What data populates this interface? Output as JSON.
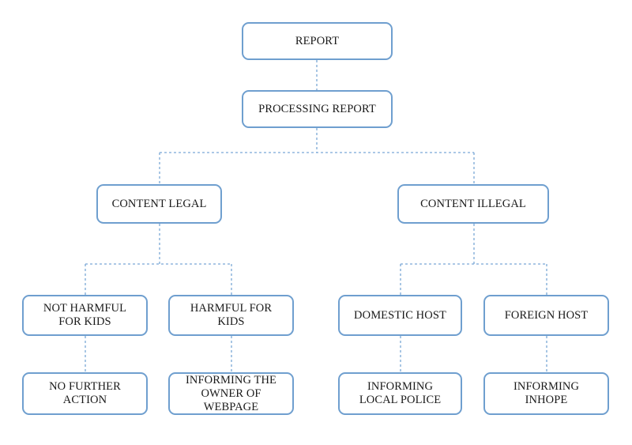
{
  "nodes": {
    "report": "REPORT",
    "processing_report": "PROCESSING REPORT",
    "content_legal": "CONTENT LEGAL",
    "content_illegal": "CONTENT ILLEGAL",
    "not_harmful": "NOT HARMFUL\nFOR KIDS",
    "harmful": "HARMFUL FOR\nKIDS",
    "domestic_host": "DOMESTIC HOST",
    "foreign_host": "FOREIGN HOST",
    "no_further_action": "NO FURTHER\nACTION",
    "informing_owner": "INFORMING THE\nOWNER OF\nWEBPAGE",
    "informing_police": "INFORMING\nLOCAL POLICE",
    "informing_inhope": "INFORMING\nINHOPE"
  },
  "colors": {
    "box_border": "#6f9fcf",
    "connector": "#7aa7d6",
    "text": "#1a1a1a"
  }
}
